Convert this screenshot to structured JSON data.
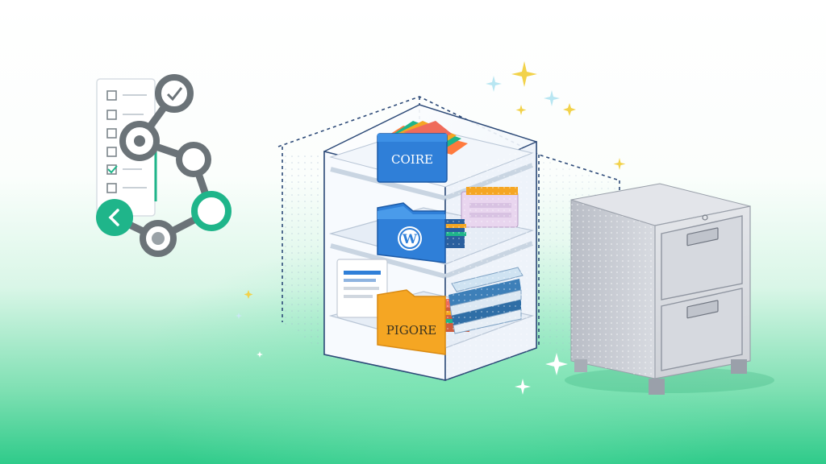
{
  "illustration": {
    "top_bin_label": "COIRE",
    "bottom_bin_label": "PIGORE",
    "middle_bin_logo": "wordpress-logo",
    "colors": {
      "blue_bin": "#2f7fd8",
      "orange_bin": "#f5a623",
      "teal_node": "#1fb58a",
      "node_gray": "#6b7378",
      "cabinet": "#c9ccd3",
      "background_green": "#2fcb8a"
    },
    "icons": [
      "checklist-icon",
      "workflow-nodes-icon",
      "sparkle-icon",
      "filing-cabinet-icon",
      "shelf-unit-icon"
    ]
  }
}
